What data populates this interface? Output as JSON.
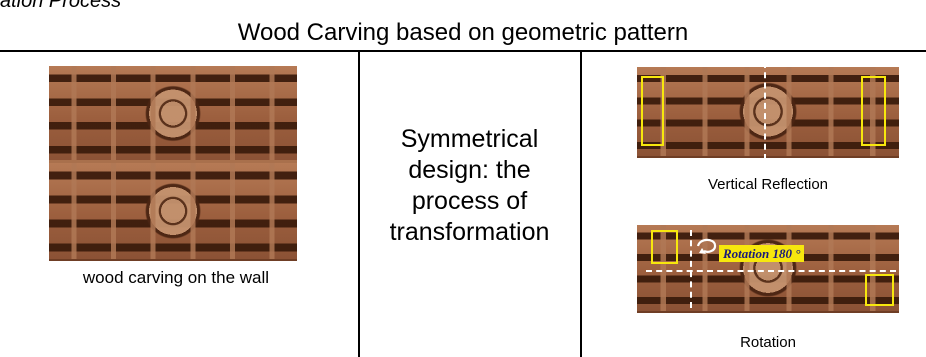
{
  "page": {
    "top_caption": "ation Process",
    "title": "Wood Carving based on geometric pattern"
  },
  "left_column": {
    "image_alt": "wood carving on the wall",
    "caption": "wood carving on the wall"
  },
  "middle_column": {
    "text": "Symmetrical design: the process of transformation"
  },
  "right_column": {
    "top_caption": "Vertical Reflection",
    "bottom_label": "Rotation 180 °",
    "bottom_caption": "Rotation"
  },
  "colors": {
    "highlight": "#f7e70d",
    "wood": "#9c5f3e",
    "rule": "#000000"
  },
  "icons": {
    "rotation_arrow": "curved-arrow-icon"
  }
}
